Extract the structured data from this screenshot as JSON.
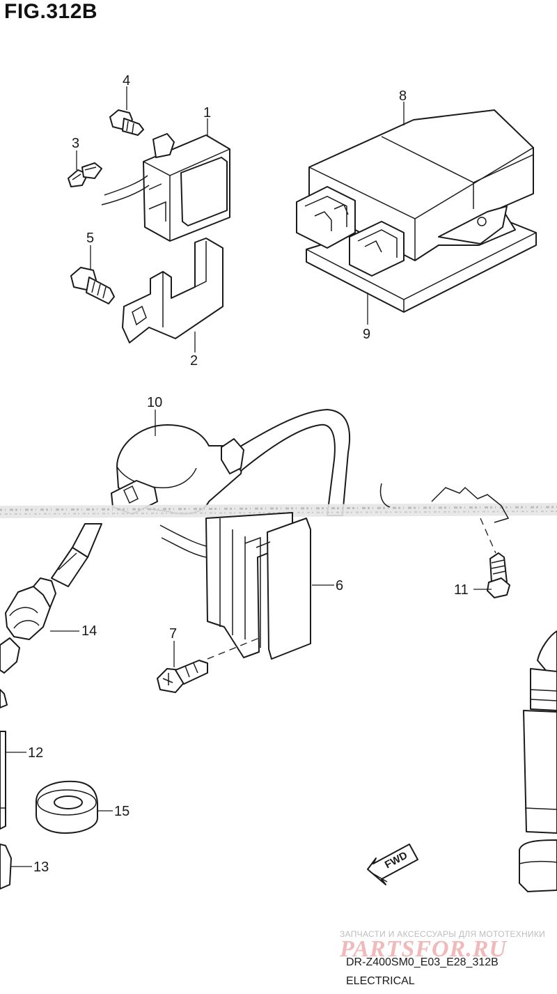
{
  "figure": {
    "title": "FIG.312B",
    "model_code": "DR-Z400SM0_E03_E28_312B",
    "section": "ELECTRICAL",
    "fwd_label": "FWD"
  },
  "watermark": {
    "caption": "ЗАПЧАСТИ И АКСЕССУАРЫ ДЛЯ МОТОТЕХНИКИ",
    "logo_text": "PARTSFOR.RU"
  },
  "callouts": [
    {
      "id": "1",
      "label": "1"
    },
    {
      "id": "2",
      "label": "2"
    },
    {
      "id": "3",
      "label": "3"
    },
    {
      "id": "4",
      "label": "4"
    },
    {
      "id": "5",
      "label": "5"
    },
    {
      "id": "6",
      "label": "6"
    },
    {
      "id": "7",
      "label": "7"
    },
    {
      "id": "8",
      "label": "8"
    },
    {
      "id": "9",
      "label": "9"
    },
    {
      "id": "10",
      "label": "10"
    },
    {
      "id": "11",
      "label": "11"
    },
    {
      "id": "12",
      "label": "12"
    },
    {
      "id": "13",
      "label": "13"
    },
    {
      "id": "14",
      "label": "14"
    },
    {
      "id": "15",
      "label": "15"
    }
  ]
}
